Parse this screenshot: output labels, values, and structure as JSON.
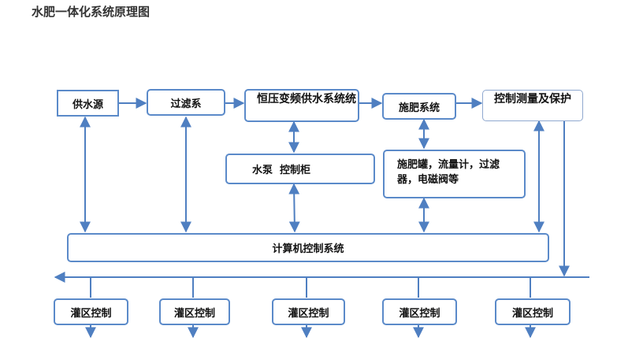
{
  "title": "水肥一体化系统原理图",
  "nodes": {
    "water_source": "供水源",
    "filter_system": "过滤系",
    "const_pressure": "恒压变频供水系统统",
    "fertilizer_system": "施肥系统",
    "control_protect": "控制测量及保护",
    "pump_cabinet": "水泵  控制柜",
    "fert_equipment": "施肥罐，流量计，过滤器，电磁阀等",
    "computer_control": "计算机控制系统",
    "irrigation": [
      "灌区控制",
      "灌区控制",
      "灌区控制",
      "灌区控制",
      "灌区控制"
    ]
  },
  "colors": {
    "line": "#4f7fc1",
    "border": "#5b8ac9"
  }
}
